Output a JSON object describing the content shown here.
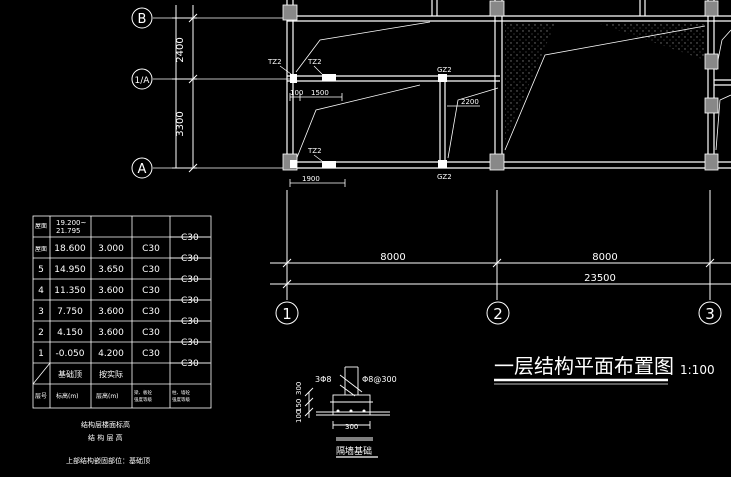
{
  "axes": {
    "B": "B",
    "quarterA": "1/A",
    "A": "A",
    "one": "1",
    "two": "2",
    "three": "3"
  },
  "dims": {
    "d2400": "2400",
    "d3300": "3300",
    "d1500": "1500",
    "d2200": "2200",
    "d1900": "1900",
    "d8000a": "8000",
    "d8000b": "8000",
    "d23500": "23500",
    "d100": "100"
  },
  "labels": {
    "tz2a": "TZ2",
    "tz2b": "TZ2",
    "tz2c": "TZ2",
    "gz2a": "GZ2",
    "gz2b": "GZ2"
  },
  "title": {
    "main": "一层结构平面布置图",
    "scale": "1:100"
  },
  "table": {
    "top_cell": "19.200~\n21.795",
    "rows": [
      {
        "floor": "屋面",
        "elev": "18.600",
        "height": "3.000",
        "conc": "C30"
      },
      {
        "floor": "5",
        "elev": "14.950",
        "height": "3.650",
        "conc": "C30"
      },
      {
        "floor": "4",
        "elev": "11.350",
        "height": "3.600",
        "conc": "C30"
      },
      {
        "floor": "3",
        "elev": "7.750",
        "height": "3.600",
        "conc": "C30"
      },
      {
        "floor": "2",
        "elev": "4.150",
        "height": "3.600",
        "conc": "C30"
      },
      {
        "floor": "1",
        "elev": "-0.050",
        "height": "4.200",
        "conc": "C30"
      }
    ],
    "row_base": {
      "elev": "基础顶",
      "height": "按实际"
    },
    "header": {
      "floor": "层号",
      "elev": "标高(m)",
      "height": "层高(m)",
      "c1": "梁、板砼强度等级",
      "c2": "柱、墙砼强度等级"
    },
    "side_labels": [
      "C30",
      "C30",
      "C30",
      "C30",
      "C30",
      "C30",
      "C30"
    ],
    "caption1": "结构层楼面标高",
    "caption2": "结 构 层 高",
    "caption3": "上部结构嵌固部位：基础顶"
  },
  "footing": {
    "title": "隔墙基础",
    "rebar1": "3Φ8",
    "rebar2": "Φ8@300",
    "w300": "300",
    "h300": "300",
    "h150": "150",
    "h100": "100"
  }
}
